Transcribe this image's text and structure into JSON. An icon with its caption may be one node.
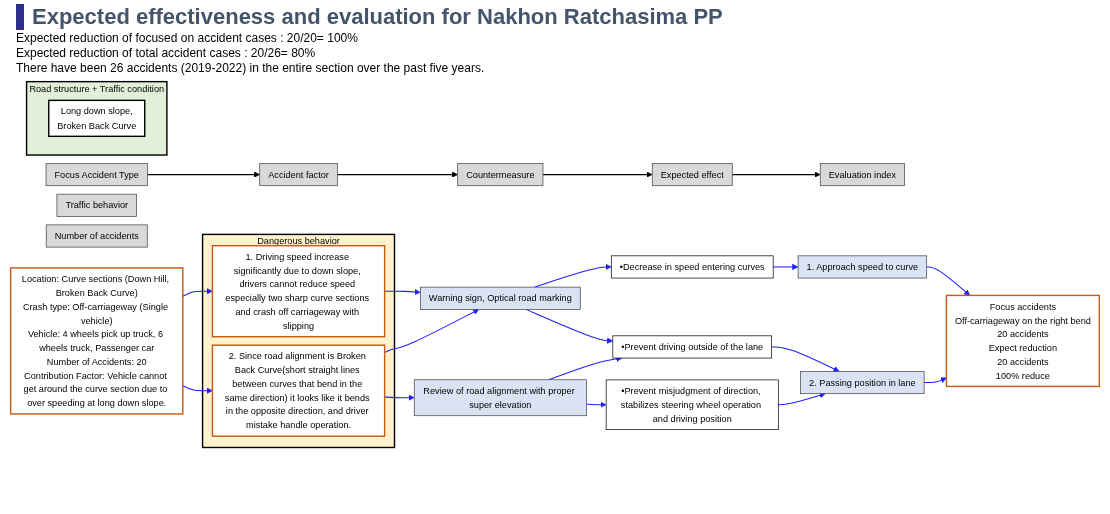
{
  "diagram": {
    "title": "Expected effectiveness and evaluation for Nakhon Ratchasima PP",
    "nodes": [
      {
        "text": [
          "Focus Accident Type"
        ]
      },
      {
        "text": [
          "Accident factor"
        ]
      },
      {
        "text": [
          "Countermeasure"
        ]
      },
      {
        "text": [
          "Expected effect"
        ]
      },
      {
        "text": [
          "Evaluation index"
        ]
      },
      {
        "text": [
          "Traffic behavior"
        ]
      },
      {
        "text": [
          "Number of accidents"
        ]
      },
      {
        "text": [
          "Location: Curve sections (Down Hill, Broken Back Curve)",
          "Crash type: Off-carriageway (Single vehicle)",
          "Vehicle: 4 wheels pick up truck, 6 wheels truck, Passenger car",
          "Number of Accidents: 20",
          "Contribution Factor: Vehicle cannot get around the curve section due to over speeding at long down slope."
        ]
      },
      {
        "text": [
          "Road structure + Traffic condition"
        ]
      },
      {
        "text": [
          "Long down slope,",
          "Broken Back Curve"
        ],
        "in": 8
      },
      {
        "text": [
          "Dangerous behavior"
        ]
      },
      {
        "text": [
          "1. Driving speed increase significantly due to down slope, drivers cannot reduce speed especially two sharp curve sections and crash off carriageway with slipping"
        ],
        "in": 10
      },
      {
        "text": [
          "2. Since road alignment is Broken Back Curve(short straight lines between curves that bend in the same direction) it looks like it bends in the opposite direction, and driver mistake handle operation."
        ],
        "in": 10
      },
      {
        "text": [
          "Warning sign, Optical road marking"
        ]
      },
      {
        "text": [
          "Review of road alignment with proper super elevation"
        ]
      },
      {
        "text": [
          "•Decrease in speed entering curves"
        ]
      },
      {
        "text": [
          "•Prevent driving outside of the lane"
        ]
      },
      {
        "text": [
          "•Prevent misjudgment of direction, stabilizes steering wheel operation and driving position"
        ]
      },
      {
        "text": [
          "1. Approach speed to curve"
        ]
      },
      {
        "text": [
          "2. Passing position in lane"
        ]
      },
      {
        "text": [
          "Focus accidents",
          "Off-carriageway on the right bend",
          "20 accidents",
          "Expect reduction",
          "20 accidents",
          "100% reduce"
        ]
      }
    ],
    "edges": [
      {
        "from": 0,
        "to": 1,
        "arrow": "to",
        "color": "#000000"
      },
      {
        "from": 1,
        "to": 2,
        "arrow": "to",
        "color": "#000000"
      },
      {
        "from": 2,
        "to": 3,
        "arrow": "to",
        "color": "#000000"
      },
      {
        "from": 3,
        "to": 4,
        "arrow": "to",
        "color": "#000000"
      },
      {
        "from": 7,
        "to": 11,
        "arrow": "to"
      },
      {
        "from": 7,
        "to": 12,
        "arrow": "to"
      },
      {
        "from": 11,
        "to": 13,
        "arrow": "to"
      },
      {
        "from": 12,
        "to": 13,
        "arrow": "to"
      },
      {
        "from": 12,
        "to": 14,
        "arrow": "to"
      },
      {
        "from": 13,
        "to": 15,
        "arrow": "to"
      },
      {
        "from": 13,
        "to": 16,
        "arrow": "to"
      },
      {
        "from": 14,
        "to": 16,
        "arrow": "to"
      },
      {
        "from": 14,
        "to": 17,
        "arrow": "to"
      },
      {
        "from": 15,
        "to": 18,
        "arrow": "to"
      },
      {
        "from": 16,
        "to": 19,
        "arrow": "to"
      },
      {
        "from": 17,
        "to": 19,
        "arrow": "to"
      },
      {
        "from": 18,
        "to": 20,
        "arrow": "to"
      },
      {
        "from": 19,
        "to": 20,
        "arrow": "to"
      }
    ],
    "labels": [
      "Expected reduction of focused on accident cases : 20/20= 100%",
      "Expected reduction of total accident cases : 20/26= 80%",
      "There have been 26 accidents (2019-2022) in the entire section over the past five years."
    ]
  }
}
